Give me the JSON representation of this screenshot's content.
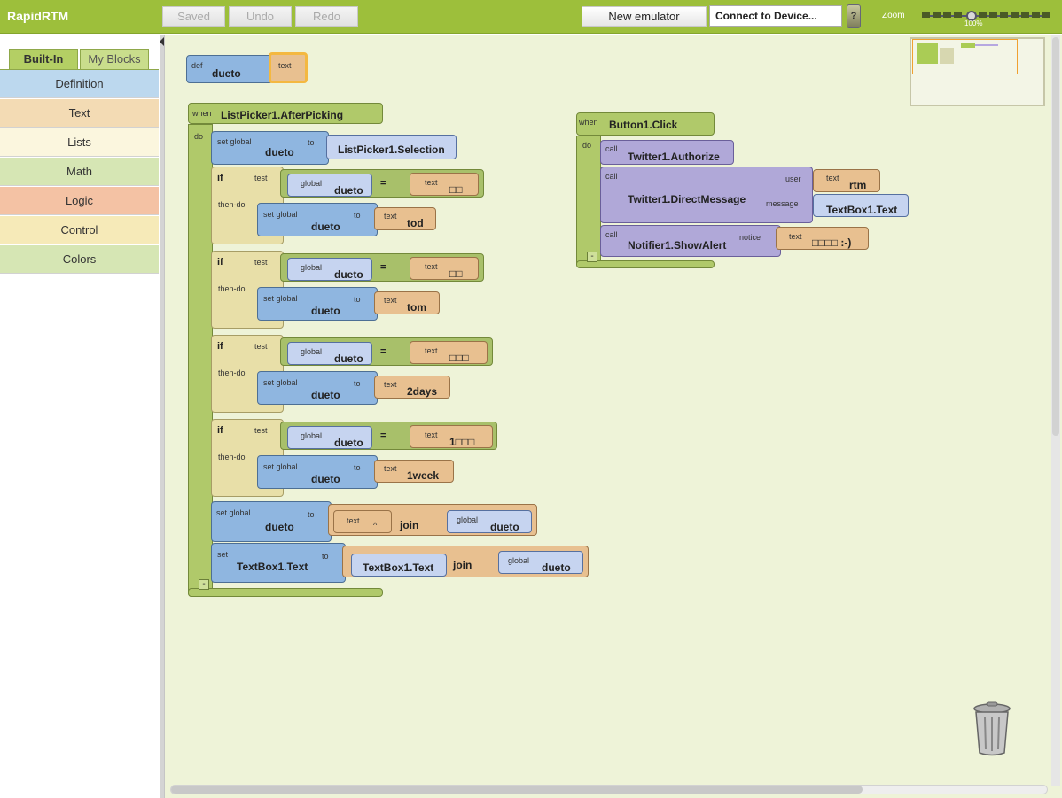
{
  "app": {
    "title": "RapidRTM"
  },
  "toolbar": {
    "saved": "Saved",
    "undo": "Undo",
    "redo": "Redo",
    "new_emulator": "New emulator",
    "connect": "Connect to Device...",
    "connect_help": "?",
    "zoom_label": "Zoom",
    "zoom_value": "100%"
  },
  "palette": {
    "tabs": [
      "Built-In",
      "My Blocks"
    ],
    "items": [
      {
        "label": "Definition",
        "color": "#bcd8ee"
      },
      {
        "label": "Text",
        "color": "#f3dbb4"
      },
      {
        "label": "Lists",
        "color": "#fbf6de"
      },
      {
        "label": "Math",
        "color": "#d6e6b4"
      },
      {
        "label": "Logic",
        "color": "#f4c2a4"
      },
      {
        "label": "Control",
        "color": "#f6eab8"
      },
      {
        "label": "Colors",
        "color": "#d6e6b4"
      }
    ]
  },
  "colors": {
    "topbar": "#9dbf3b",
    "workspace": "#eef3d8"
  },
  "blocks": {
    "def": {
      "keyword": "def",
      "name": "dueto",
      "type": "text"
    },
    "listpicker": {
      "when": "when",
      "event": "ListPicker1.AfterPicking",
      "do": "do",
      "set1": {
        "kw": "set global",
        "var": "dueto",
        "to": "to",
        "value": "ListPicker1.Selection"
      },
      "ifs": [
        {
          "if": "if",
          "test": "test",
          "global": "global",
          "var": "dueto",
          "eq": "=",
          "text_kw": "text",
          "text_val": "□□",
          "thendo": "then-do",
          "set_kw": "set global",
          "set_var": "dueto",
          "set_to": "to",
          "set_text_kw": "text",
          "set_text_val": "tod"
        },
        {
          "if": "if",
          "test": "test",
          "global": "global",
          "var": "dueto",
          "eq": "=",
          "text_kw": "text",
          "text_val": "□□",
          "thendo": "then-do",
          "set_kw": "set global",
          "set_var": "dueto",
          "set_to": "to",
          "set_text_kw": "text",
          "set_text_val": "tom"
        },
        {
          "if": "if",
          "test": "test",
          "global": "global",
          "var": "dueto",
          "eq": "=",
          "text_kw": "text",
          "text_val": "□□□",
          "thendo": "then-do",
          "set_kw": "set global",
          "set_var": "dueto",
          "set_to": "to",
          "set_text_kw": "text",
          "set_text_val": "2days"
        },
        {
          "if": "if",
          "test": "test",
          "global": "global",
          "var": "dueto",
          "eq": "=",
          "text_kw": "text",
          "text_val": "1□□□",
          "thendo": "then-do",
          "set_kw": "set global",
          "set_var": "dueto",
          "set_to": "to",
          "set_text_kw": "text",
          "set_text_val": "1week"
        }
      ],
      "set2": {
        "kw": "set global",
        "var": "dueto",
        "to": "to",
        "text_kw": "text",
        "text_val": "^",
        "join": "join",
        "global": "global",
        "gvar": "dueto"
      },
      "set3": {
        "kw": "set",
        "target": "TextBox1.Text",
        "to": "to",
        "value": "TextBox1.Text",
        "join": "join",
        "global": "global",
        "gvar": "dueto"
      },
      "collapse": "-"
    },
    "button": {
      "when": "when",
      "event": "Button1.Click",
      "do": "do",
      "call1": {
        "kw": "call",
        "method": "Twitter1.Authorize"
      },
      "call2": {
        "kw": "call",
        "method": "Twitter1.DirectMessage",
        "user": "user",
        "user_text_kw": "text",
        "user_text_val": "rtm",
        "message": "message",
        "message_val": "TextBox1.Text"
      },
      "call3": {
        "kw": "call",
        "method": "Notifier1.ShowAlert",
        "notice": "notice",
        "notice_text_kw": "text",
        "notice_text_val": "□□□□ :-)"
      },
      "collapse": "-"
    }
  }
}
